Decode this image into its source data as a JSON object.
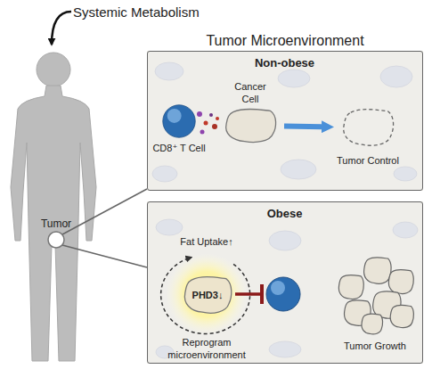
{
  "diagram": {
    "nodes": [
      {
        "text": [
          "Non-obese"
        ]
      },
      {
        "text": [
          "CD8⁺ T Cell"
        ],
        "in": 0
      },
      {
        "text": [
          "Cancer Cell"
        ],
        "in": 0
      },
      {
        "text": [
          "Tumor Control"
        ],
        "in": 0
      },
      {
        "text": [
          "Obese"
        ]
      },
      {
        "text": [
          "PHD3↓"
        ],
        "in": 4
      },
      {
        "text": [
          "Tumor Growth"
        ],
        "in": 4
      }
    ],
    "edges": [
      {
        "from": 2,
        "to": 3,
        "arrow": "to"
      }
    ],
    "labels": [
      "Systemic Metabolism",
      "Tumor Microenvironment",
      "Tumor",
      "Fat Uptake↑",
      "Reprogram microenvironment"
    ]
  }
}
